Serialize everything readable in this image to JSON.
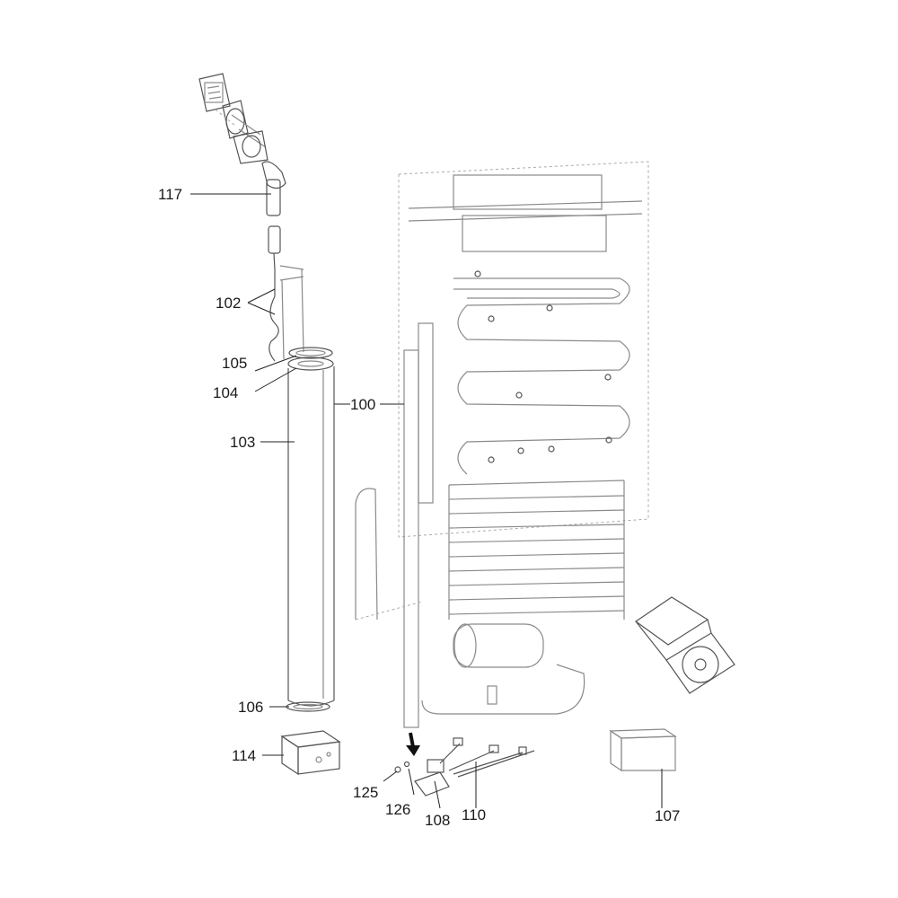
{
  "diagram": {
    "callouts": {
      "c117": "117",
      "c102": "102",
      "c105": "105",
      "c104": "104",
      "c100": "100",
      "c103": "103",
      "c106": "106",
      "c114": "114",
      "c125": "125",
      "c126": "126",
      "c108": "108",
      "c110": "110",
      "c107": "107"
    }
  }
}
